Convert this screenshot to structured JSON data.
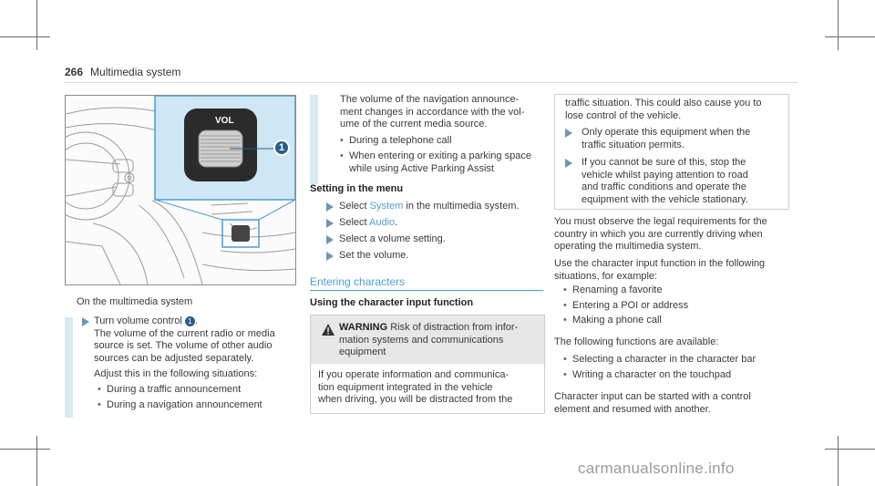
{
  "page": {
    "number": "266",
    "section": "Multimedia system"
  },
  "figure": {
    "vol_label": "VOL",
    "callout": "1",
    "caption": "On the multimedia system"
  },
  "col1": {
    "step1_a": "Turn volume control",
    "step1_callout": "1",
    "step1_b": ".",
    "lines": [
      "The volume of the current radio or media",
      "source is set. The volume of other audio",
      "sources can be adjusted separately.",
      "Adjust this in the following situations:"
    ],
    "bullets": [
      "During a traffic announcement",
      "During a navigation announcement"
    ]
  },
  "col2": {
    "cont_lines": [
      "The volume of the navigation announce-",
      "ment changes in accordance with the vol-",
      "ume of the current media source."
    ],
    "bullets": [
      [
        "During a telephone call"
      ],
      [
        "When entering or exiting a parking space",
        "while using Active Parking Assist"
      ]
    ],
    "subhead": "Setting in the menu",
    "steps": [
      {
        "pre": "Select ",
        "link": "System",
        "post": " in the multimedia system."
      },
      {
        "pre": "Select ",
        "link": "Audio",
        "post": "."
      },
      {
        "pre": "Select a volume setting.",
        "link": "",
        "post": ""
      },
      {
        "pre": "Set the volume.",
        "link": "",
        "post": ""
      }
    ],
    "section_title": "Entering characters",
    "subhead2": "Using the character input function",
    "warning": {
      "label": "WARNING",
      "head_lines": [
        "Risk of distraction from infor-",
        "mation systems and communications",
        "equipment"
      ],
      "body_lines": [
        "If you operate information and communica-",
        "tion equipment integrated in the vehicle",
        "when driving, you will be distracted from the"
      ]
    }
  },
  "col3": {
    "cont_lines": [
      "traffic situation. This could also cause you to",
      "lose control of the vehicle."
    ],
    "steps": [
      [
        "Only operate this equipment when the",
        "traffic situation permits."
      ],
      [
        "If you cannot be sure of this, stop the",
        "vehicle whilst paying attention to road",
        "and traffic conditions and operate the",
        "equipment with the vehicle stationary."
      ]
    ],
    "para1": [
      "You must observe the legal requirements for the",
      "country in which you are currently driving when",
      "operating the multimedia system."
    ],
    "para2": [
      "Use the character input function in the following",
      "situations, for example:"
    ],
    "bullets1": [
      "Renaming a favorite",
      "Entering a POI or address",
      "Making a phone call"
    ],
    "para3": "The following functions are available:",
    "bullets2": [
      "Selecting a character in the character bar",
      "Writing a character on the touchpad"
    ],
    "para4": [
      "Character input can be started with a control",
      "element and resumed with another."
    ]
  },
  "footer": {
    "logo": "carmanualsonline.info"
  },
  "colors": {
    "accent": "#4b9ed3",
    "bar": "#d8eaf4",
    "callout_bg": "#cfe6f5"
  }
}
